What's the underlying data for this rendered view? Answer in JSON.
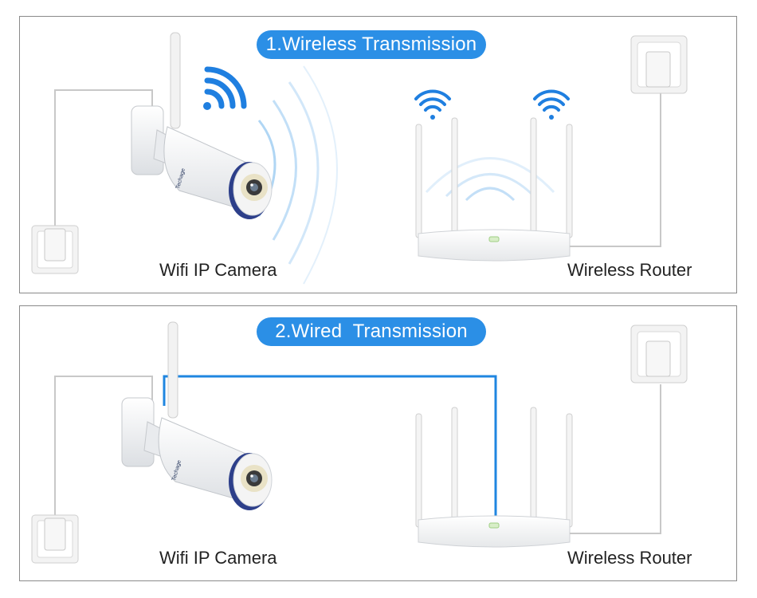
{
  "colors": {
    "accent": "#2b8fe6",
    "wifi_icon": "#1f7fe0",
    "cable": "#c8c8c8",
    "panel_border": "#8a8a8a",
    "label_text": "#222222"
  },
  "panels": [
    {
      "title": "1.Wireless Transmission",
      "camera_label": "Wifi IP Camera",
      "router_label": "Wireless Router",
      "connection": "wireless"
    },
    {
      "title": "2.Wired  Transmission",
      "camera_label": "Wifi IP Camera",
      "router_label": "Wireless Router",
      "connection": "wired"
    }
  ],
  "camera_brand": "Techage",
  "icons": [
    "wifi-icon",
    "power-socket-icon",
    "camera-icon",
    "router-icon",
    "ethernet-cable"
  ]
}
